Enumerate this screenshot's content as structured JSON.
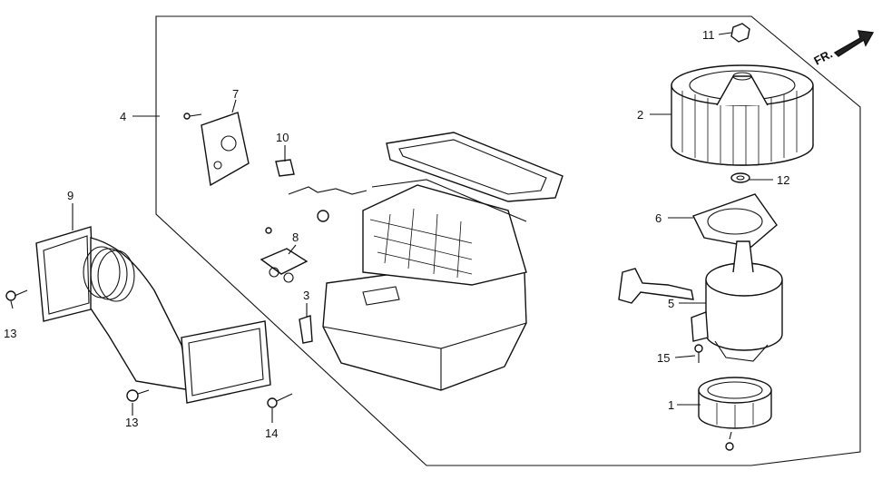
{
  "diagram": {
    "direction_mark": "FR.",
    "callouts": {
      "c1": "1",
      "c2": "2",
      "c3": "3",
      "c4": "4",
      "c5": "5",
      "c6": "6",
      "c7": "7",
      "c8": "8",
      "c9": "9",
      "c10": "10",
      "c11": "11",
      "c12": "12",
      "c13a": "13",
      "c13b": "13",
      "c14": "14",
      "c15": "15"
    }
  }
}
